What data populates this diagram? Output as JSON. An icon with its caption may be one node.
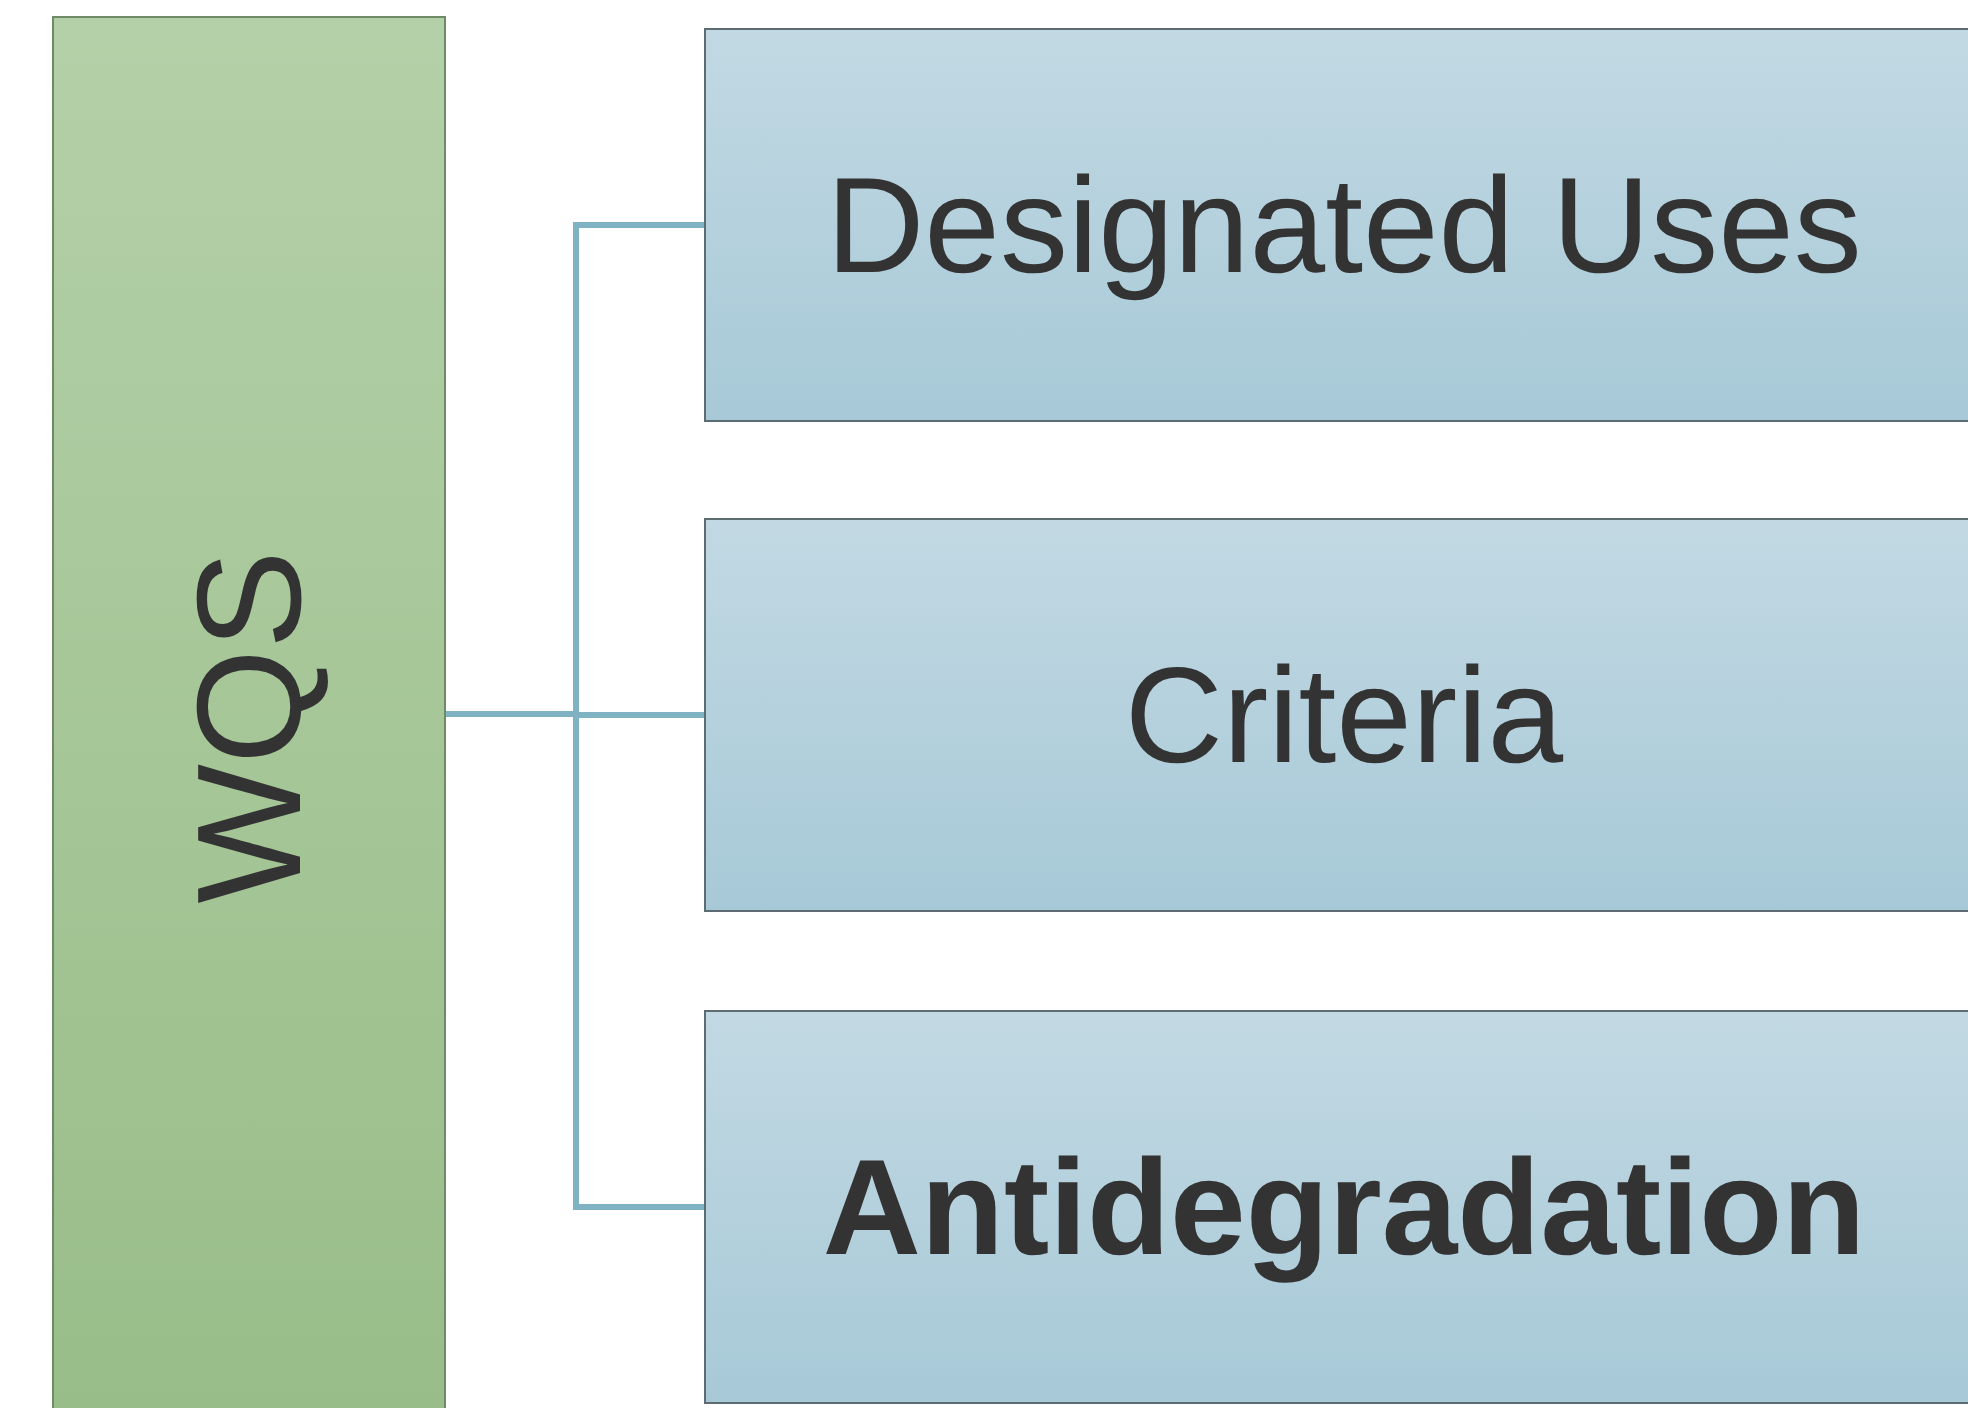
{
  "diagram": {
    "nodes": [
      {
        "text": [
          "WQS"
        ]
      },
      {
        "text": [
          "Designated Uses"
        ]
      },
      {
        "text": [
          "Criteria"
        ]
      },
      {
        "text": [
          "Antidegradation"
        ]
      }
    ],
    "edges": [
      {
        "from": 0,
        "to": 1,
        "arrow": "none"
      },
      {
        "from": 0,
        "to": 2,
        "arrow": "none"
      },
      {
        "from": 0,
        "to": 3,
        "arrow": "none"
      }
    ]
  }
}
